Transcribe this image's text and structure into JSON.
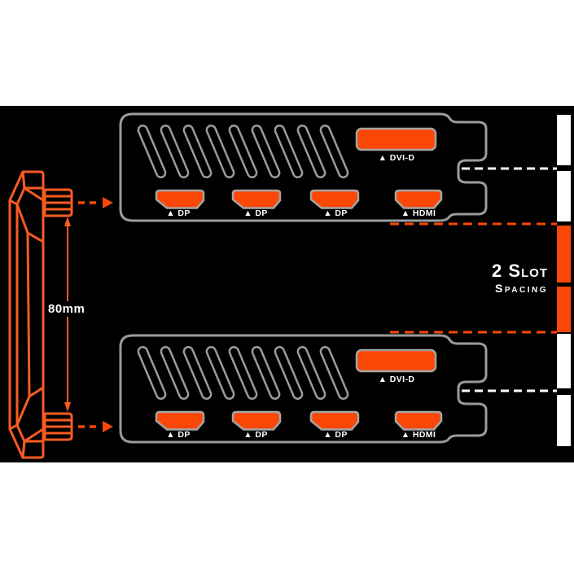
{
  "colors": {
    "panel_background": "#000000",
    "page_background": "#ffffff",
    "accent_orange": "#FB4708",
    "fan_orange": "#F75B21",
    "outline_gray": "#9B9B9B",
    "text_white": "#FFFFFF"
  },
  "fan": {
    "dimension_label": "80mm"
  },
  "cards": [
    {
      "id": "top-card",
      "dvi_label": "▲ DVI-D",
      "dp_labels": [
        "▲ DP",
        "▲ DP",
        "▲ DP"
      ],
      "hdmi_label": "▲ HDMI"
    },
    {
      "id": "bottom-card",
      "dvi_label": "▲ DVI-D",
      "dp_labels": [
        "▲ DP",
        "▲ DP",
        "▲ DP"
      ],
      "hdmi_label": "▲ HDMI"
    }
  ],
  "slot_spacing": {
    "line1": "2 Slot",
    "line2": "Spacing"
  }
}
